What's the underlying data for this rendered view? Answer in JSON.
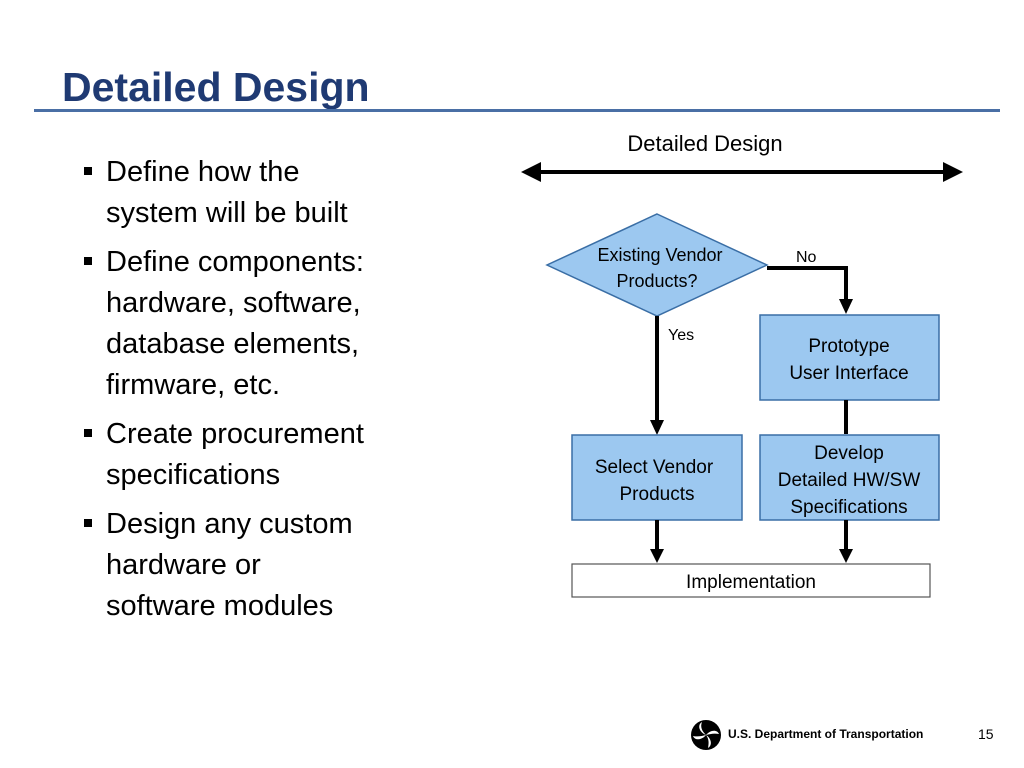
{
  "slide": {
    "title": "Detailed Design",
    "bullets": [
      [
        "Define how the",
        "system will be built"
      ],
      [
        "Define components:",
        "hardware, software,",
        "database elements,",
        "firmware, etc."
      ],
      [
        "Create procurement",
        "specifications"
      ],
      [
        "Design any custom",
        "hardware or",
        "software modules"
      ]
    ]
  },
  "diagram": {
    "span_label": "Detailed Design",
    "decision": [
      "Existing Vendor",
      "Products?"
    ],
    "yes_label": "Yes",
    "no_label": "No",
    "prototype": [
      "Prototype",
      "User Interface"
    ],
    "select_vendor": [
      "Select Vendor",
      "Products"
    ],
    "develop": [
      "Develop",
      "Detailed HW/SW",
      "Specifications"
    ],
    "implementation": "Implementation",
    "box_fill": "#9cc8f0",
    "box_stroke": "#3a6ea5"
  },
  "footer": {
    "department": "U.S. Department of Transportation",
    "page": "15"
  }
}
